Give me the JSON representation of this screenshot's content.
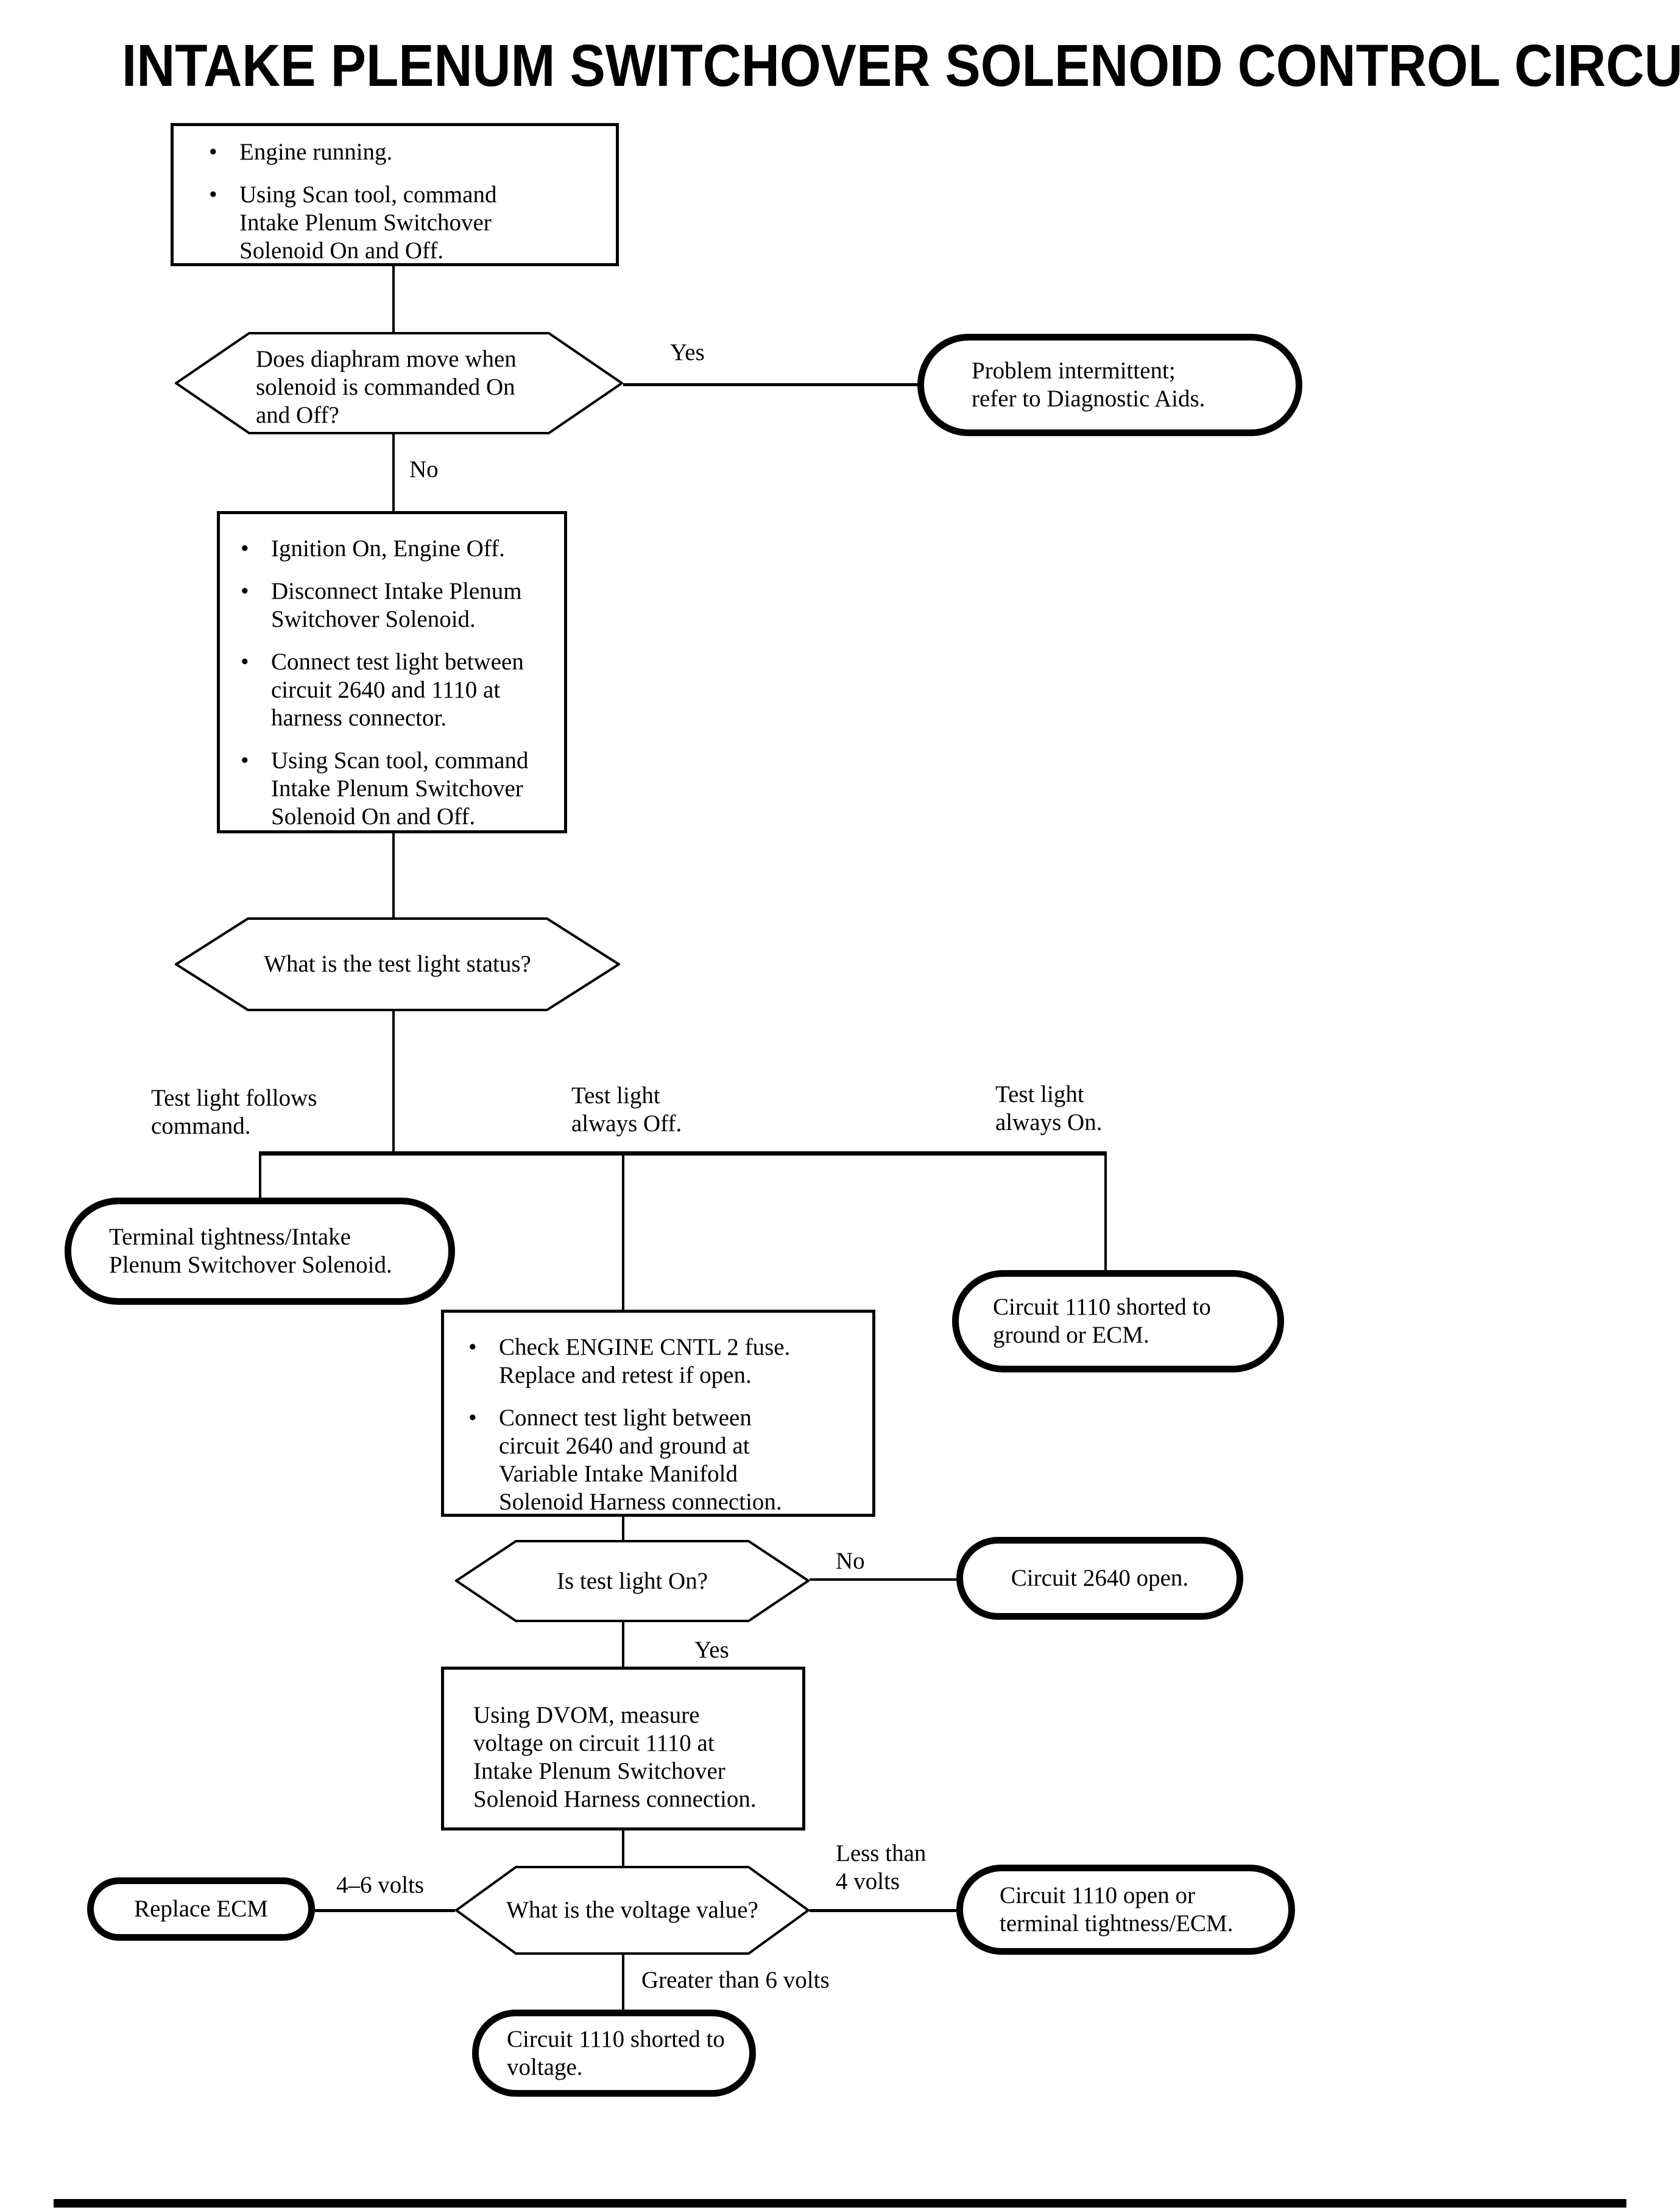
{
  "title": "INTAKE PLENUM SWITCHOVER SOLENOID CONTROL CIRCUIT",
  "flowchart": {
    "start_box": {
      "bullets": [
        "Engine running.",
        "Using Scan tool, command\nIntake Plenum Switchover\nSolenoid On and Off."
      ]
    },
    "q_diaphram": "Does diaphram move when\nsolenoid is commanded On\nand Off?",
    "label_yes_1": "Yes",
    "label_no_1": "No",
    "end_intermittent": "Problem intermittent;\nrefer to Diagnostic Aids.",
    "setup_box": {
      "bullets": [
        "Ignition On, Engine Off.",
        "Disconnect Intake Plenum\nSwitchover Solenoid.",
        "Connect test light between\ncircuit 2640 and 1110 at\nharness connector.",
        "Using Scan tool, command\nIntake Plenum Switchover\nSolenoid On and Off."
      ]
    },
    "q_light_status": "What is the test light status?",
    "label_follows": "Test light follows\ncommand.",
    "label_always_off": "Test light\nalways Off.",
    "label_always_on": "Test light\nalways On.",
    "end_terminal_tightness": "Terminal tightness/Intake\nPlenum Switchover Solenoid.",
    "fuse_box": {
      "bullets": [
        "Check ENGINE CNTL 2 fuse.\nReplace and retest if open.",
        "Connect test light between\ncircuit 2640 and ground at\nVariable Intake Manifold\nSolenoid Harness connection."
      ]
    },
    "end_1110_ground": "Circuit 1110 shorted to\nground or ECM.",
    "q_light_on": "Is test light On?",
    "label_no_2": "No",
    "end_2640_open": "Circuit 2640 open.",
    "label_yes_2": "Yes",
    "dvom_box": "Using DVOM, measure\nvoltage on circuit 1110 at\nIntake Plenum Switchover\nSolenoid Harness connection.",
    "q_voltage": "What is the voltage value?",
    "label_4_6": "4–6 volts",
    "end_replace_ecm": "Replace ECM",
    "label_less_4": "Less than\n4 volts",
    "end_1110_open": "Circuit 1110 open or\nterminal tightness/ECM.",
    "label_greater_6": "Greater than 6 volts",
    "end_1110_voltage": "Circuit 1110 shorted to\nvoltage."
  },
  "colors": {
    "ink": "#000000",
    "paper": "#ffffff"
  }
}
